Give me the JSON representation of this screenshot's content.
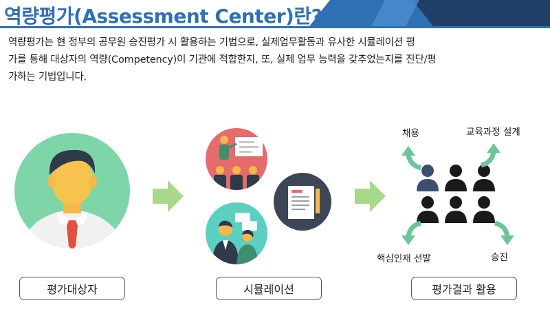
{
  "header": {
    "title": "역량평가(Assessment Center)란?"
  },
  "description": {
    "line1": "역량평가는 현 정부의 공무원 승진평가 시 활용하는 기법으로, 실제업무활동과 유사한 시뮬레이션 평",
    "line2": "가를 통해 대상자의 역량(Competency)이 기관에 적합한지, 또, 실제 업무 능력을 갖추었는지를 진단/평",
    "line3": "가하는 기법입니다."
  },
  "flow": {
    "step1_label": "평가대상자",
    "step2_label": "시뮬레이션",
    "step3_label": "평가결과 활용"
  },
  "outcomes": {
    "hiring": "채용",
    "training": "교육과정 설계",
    "talent": "핵심인재 선발",
    "promotion": "승진"
  },
  "colors": {
    "title_blue": "#2f6fb3",
    "header_navy": "#1f3f66",
    "teal_circle": "#7ed6a8",
    "red_circle": "#e66b6b",
    "mint_circle": "#5bcfc0",
    "dark_circle": "#3d4656",
    "arrow_green": "#a8d88a",
    "outcome_green": "#6cc59a"
  }
}
